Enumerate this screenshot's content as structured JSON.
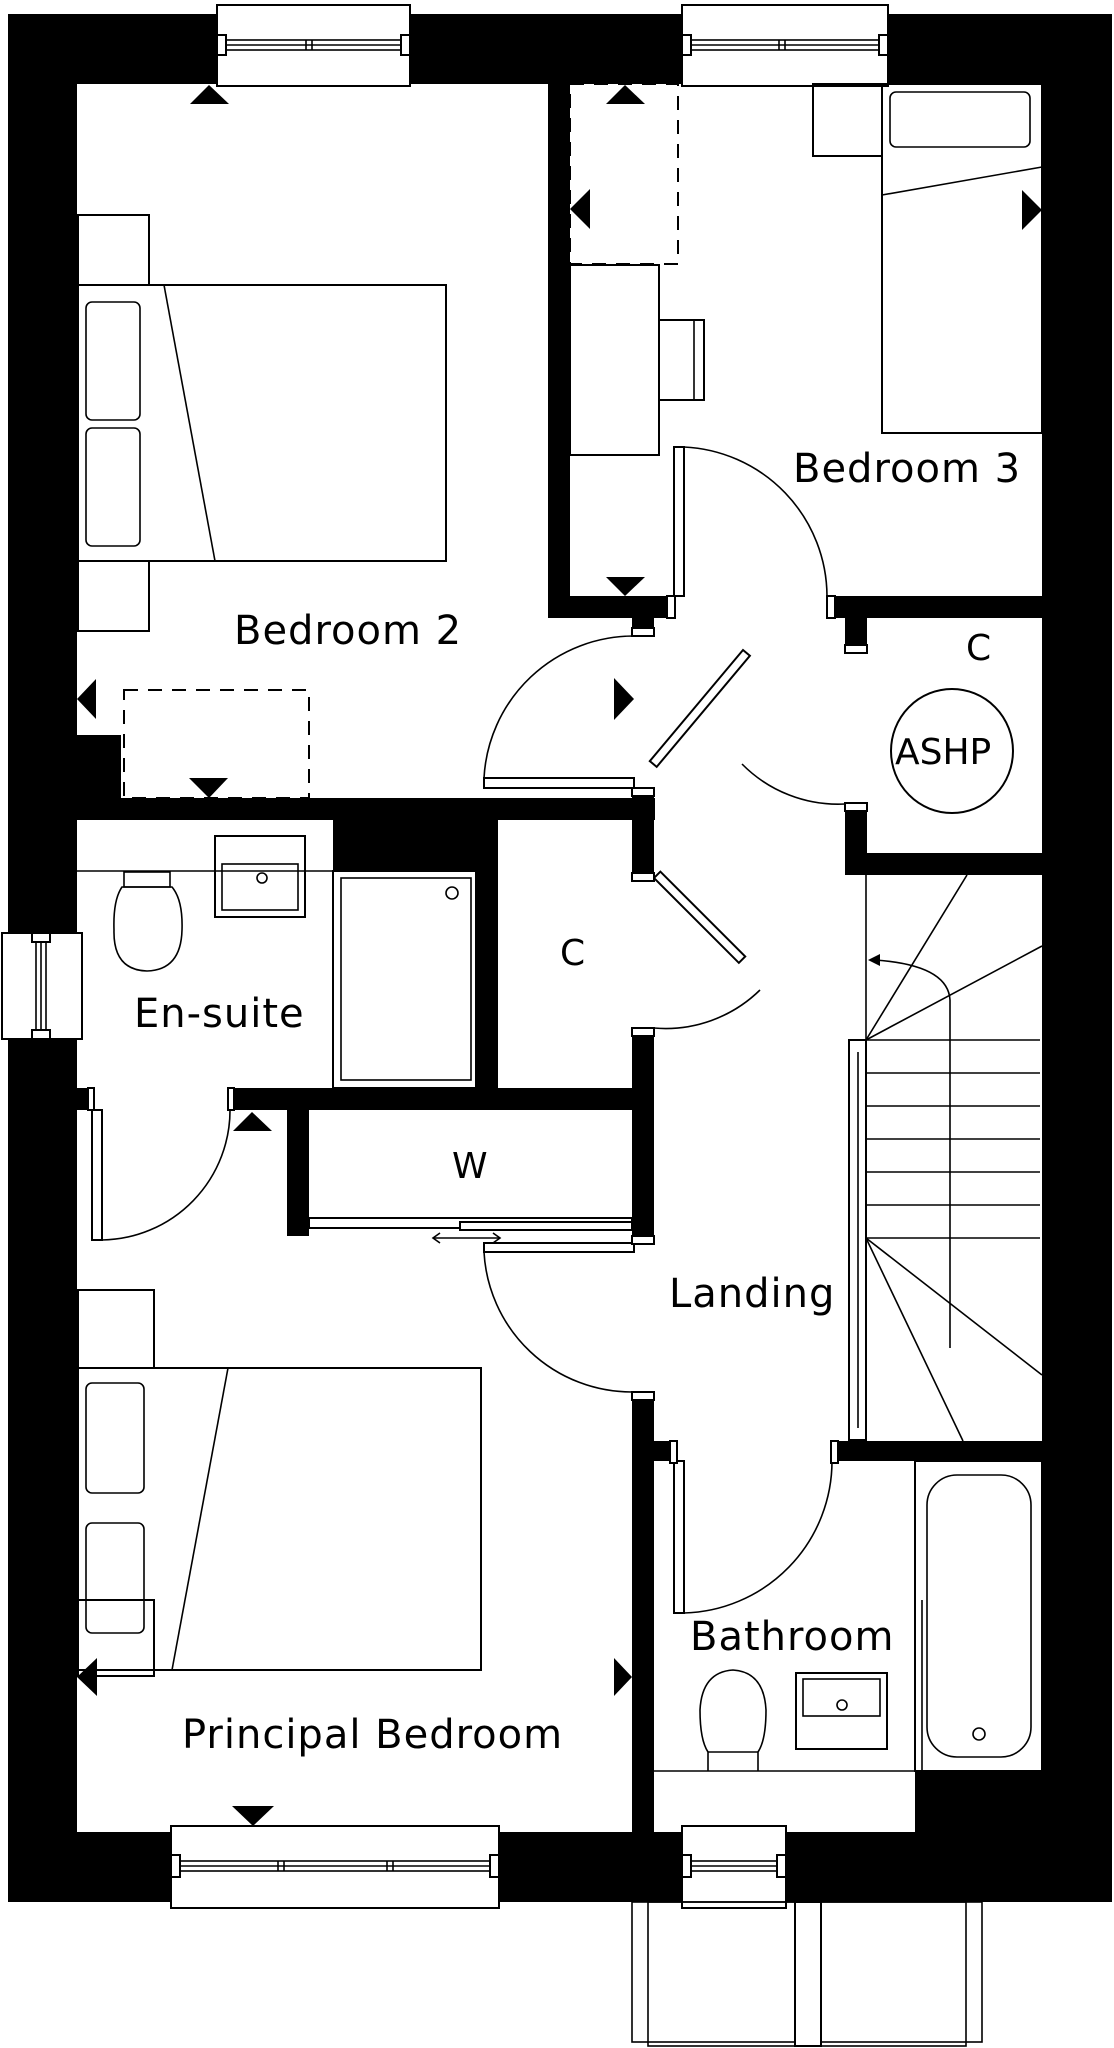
{
  "plan": {
    "colors": {
      "wall": "#000000",
      "background": "#ffffff",
      "line": "#000000"
    },
    "rooms": {
      "bedroom2": {
        "label": "Bedroom 2"
      },
      "bedroom3": {
        "label": "Bedroom 3"
      },
      "cupboard_ashp": {
        "label": "C",
        "appliance": "ASHP"
      },
      "ensuite": {
        "label": "En-suite"
      },
      "cupboard_landing": {
        "label": "C"
      },
      "wardrobe": {
        "label": "W"
      },
      "landing": {
        "label": "Landing"
      },
      "principal_bedroom": {
        "label": "Principal Bedroom"
      },
      "bathroom": {
        "label": "Bathroom"
      }
    }
  }
}
